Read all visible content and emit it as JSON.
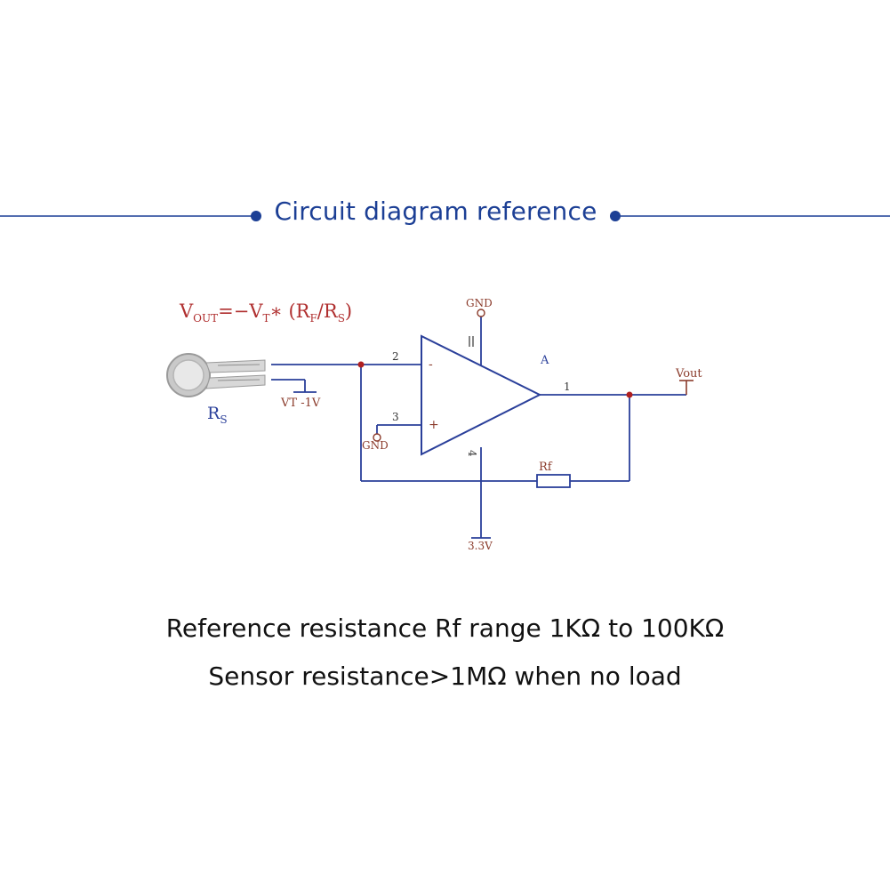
{
  "heading": "Circuit diagram reference",
  "formula": {
    "v": "V",
    "out_sub": "OUT",
    "eq_minus_v": "=−V",
    "t_sub": "T",
    "mid": "∗ (R",
    "f_sub": "F",
    "slash_r": "/R",
    "s_sub": "S",
    "close": ")"
  },
  "sensor_label": {
    "r": "R",
    "s_sub": "S"
  },
  "vt_label": "VT -1V",
  "opamp": {
    "top_label": "GND",
    "bottom_label": "3.3V",
    "name": "A",
    "pin_inv": "2",
    "pin_noninv": "3",
    "pin_out": "1",
    "pin_bottom": "4",
    "inv_sign": "-",
    "noninv_sign": "+"
  },
  "gnd_left_label": "GND",
  "rf_label": "Rf",
  "vout_label": "Vout",
  "captions": {
    "line1": "Reference resistance Rf range 1KΩ to 100KΩ",
    "line2": "Sensor resistance>1MΩ when no load"
  },
  "colors": {
    "accent": "#1c3f95",
    "wire": "#2a3f9a",
    "formula_red": "#b03030",
    "label_brown": "#8a3a2a",
    "node": "#b02020"
  }
}
